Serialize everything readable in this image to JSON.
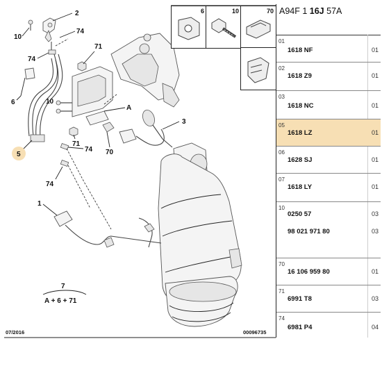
{
  "header": {
    "ref_prefix": "A94F 1 ",
    "ref_bold": "16J",
    "ref_suffix": " 57A"
  },
  "thumbnails": [
    {
      "num": "6",
      "icon": "bracket-icon"
    },
    {
      "num": "10",
      "icon": "screw-icon"
    },
    {
      "num": "70",
      "icon": "clip-icon"
    },
    {
      "num": "",
      "icon": "clip-side-icon"
    }
  ],
  "callouts": {
    "c1": "1",
    "c2": "2",
    "c3": "3",
    "c5": "5",
    "c6": "6",
    "c7": "7",
    "c10a": "10",
    "c10b": "10",
    "c71a": "71",
    "c71b": "71",
    "c74a": "74",
    "c74b": "74",
    "c74c": "74",
    "c74d": "74",
    "c70": "70",
    "cA": "A",
    "formula": "A + 6 + 71"
  },
  "highlight_color": "#f7dfb4",
  "parts": [
    {
      "idx": "01",
      "lines": [
        {
          "pn": "1618 NF",
          "qty": "01"
        }
      ]
    },
    {
      "idx": "02",
      "lines": [
        {
          "pn": "1618 Z9",
          "qty": "01"
        }
      ]
    },
    {
      "idx": "03",
      "lines": [
        {
          "pn": "1618 NC",
          "qty": "01"
        }
      ]
    },
    {
      "idx": "05",
      "lines": [
        {
          "pn": "1618 LZ",
          "qty": "01"
        }
      ],
      "highlight": true
    },
    {
      "idx": "06",
      "lines": [
        {
          "pn": "1628 SJ",
          "qty": "01"
        }
      ]
    },
    {
      "idx": "07",
      "lines": [
        {
          "pn": "1618 LY",
          "qty": "01"
        }
      ]
    },
    {
      "idx": "10",
      "lines": [
        {
          "pn": "0250 57",
          "qty": "03"
        },
        {
          "pn": "98 021 971 80",
          "qty": "03"
        }
      ]
    },
    {
      "idx": "70",
      "lines": [
        {
          "pn": "16 106 959 80",
          "qty": "01"
        }
      ]
    },
    {
      "idx": "71",
      "lines": [
        {
          "pn": "6991 T8",
          "qty": "03"
        }
      ]
    },
    {
      "idx": "74",
      "lines": [
        {
          "pn": "6981 P4",
          "qty": "04"
        }
      ]
    }
  ],
  "footer": {
    "date": "07/2016",
    "code": "00096735"
  }
}
